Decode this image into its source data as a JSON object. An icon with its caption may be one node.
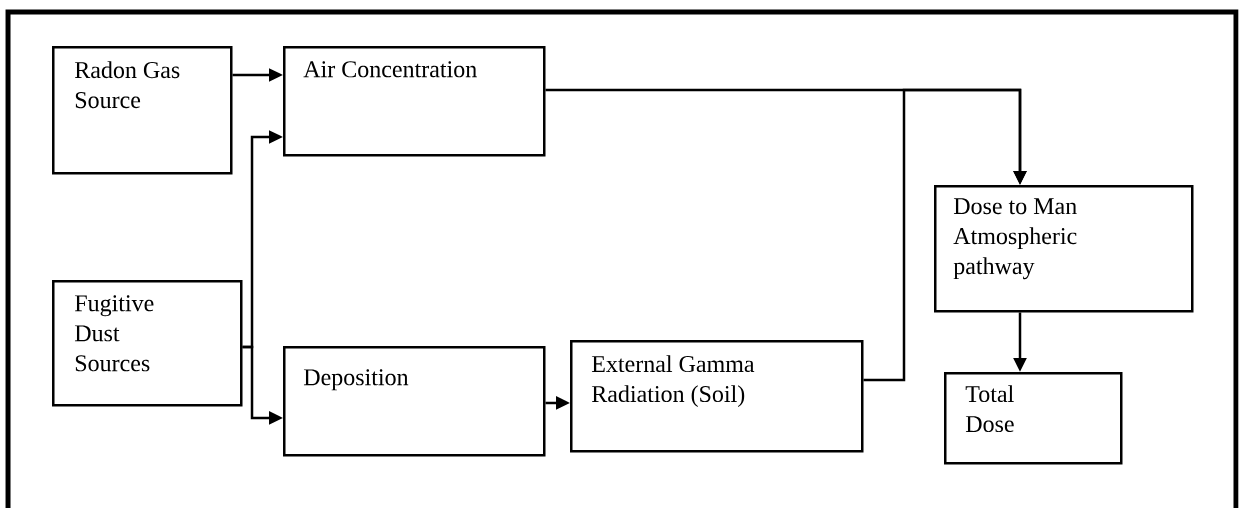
{
  "diagram": {
    "nodes": [
      {
        "text": [
          "Radon Gas Source"
        ]
      },
      {
        "text": [
          "Air Concentration"
        ]
      },
      {
        "text": [
          "Fugitive Dust Sources"
        ]
      },
      {
        "text": [
          "Deposition"
        ]
      },
      {
        "text": [
          "External Gamma Radiation (Soil)"
        ]
      },
      {
        "text": [
          "Dose to Man Atmospheric pathway"
        ]
      },
      {
        "text": [
          "Total Dose"
        ]
      }
    ],
    "edges": [
      {
        "from": 0,
        "to": 1,
        "arrow": "to"
      },
      {
        "from": 2,
        "to": 1,
        "arrow": "to"
      },
      {
        "from": 2,
        "to": 3,
        "arrow": "to"
      },
      {
        "from": 3,
        "to": 4,
        "arrow": "to"
      },
      {
        "from": 1,
        "to": 5,
        "arrow": "to"
      },
      {
        "from": 4,
        "to": 5,
        "arrow": "to"
      },
      {
        "from": 5,
        "to": 6,
        "arrow": "to"
      }
    ]
  }
}
